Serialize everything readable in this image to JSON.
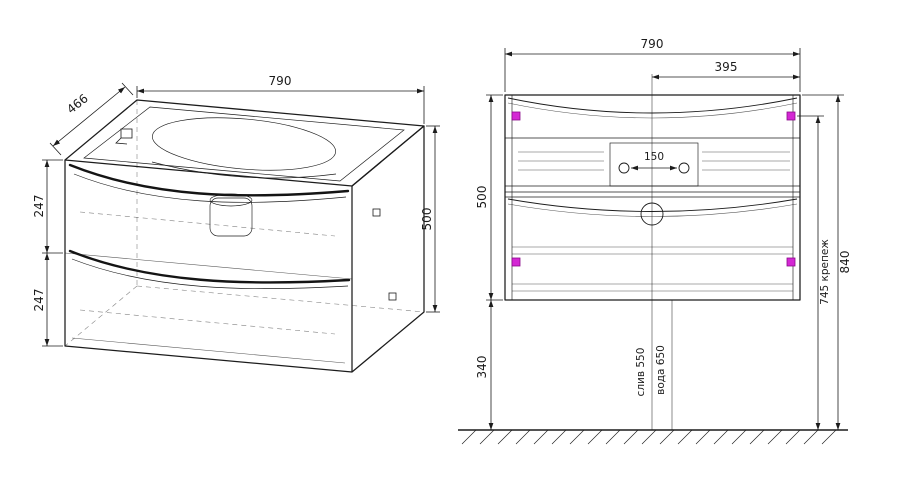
{
  "left_view": {
    "width": "790",
    "depth": "466",
    "height": "500",
    "upper_drawer_height": "247",
    "lower_drawer_height": "247"
  },
  "front_view": {
    "width": "790",
    "half_width": "395",
    "hole_spacing": "150",
    "cabinet_height": "500",
    "bottom_clearance": "340",
    "total_height": "840",
    "mounting_height": "745 крепеж",
    "drain_label": "слив 550",
    "water_label": "вода 650"
  },
  "colors": {
    "line": "#1c1c1c",
    "accent": "#d428d4",
    "accent_stroke": "#8a0a8a",
    "background": "#ffffff"
  }
}
